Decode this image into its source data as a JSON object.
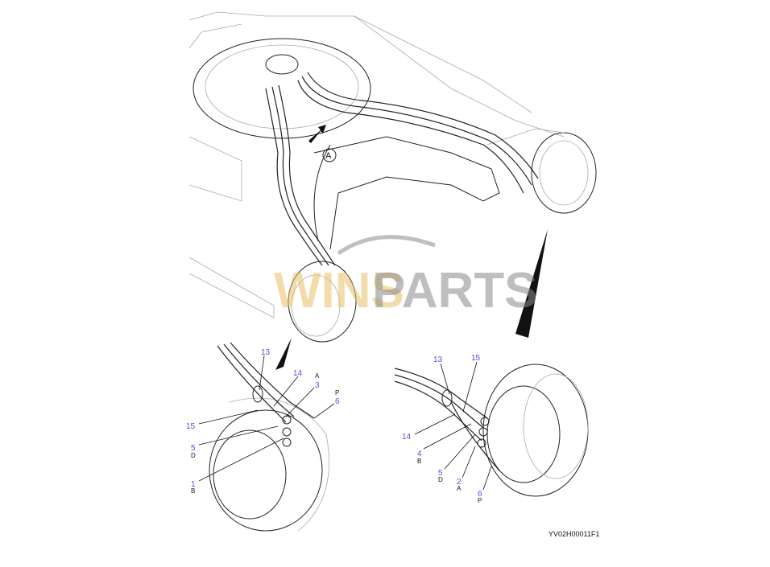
{
  "drawing_code": "YV02H00011F1",
  "view_callout": "A",
  "watermark": "WINSPARTS",
  "colors": {
    "part_number": "#5a4fd8",
    "watermark_yellow": "#e8c16a",
    "watermark_gray": "#8a8a8a"
  },
  "left_detail": {
    "labels": [
      {
        "num": "13"
      },
      {
        "num": "14"
      },
      {
        "num": "3",
        "port": "A"
      },
      {
        "num": "6",
        "port": "P"
      },
      {
        "num": "15"
      },
      {
        "num": "5",
        "port": "D"
      },
      {
        "num": "1",
        "port": "B"
      }
    ]
  },
  "right_detail": {
    "labels": [
      {
        "num": "13"
      },
      {
        "num": "15"
      },
      {
        "num": "14"
      },
      {
        "num": "4",
        "port": "B"
      },
      {
        "num": "5",
        "port": "D"
      },
      {
        "num": "2",
        "port": "A"
      },
      {
        "num": "6",
        "port": "P"
      }
    ]
  }
}
